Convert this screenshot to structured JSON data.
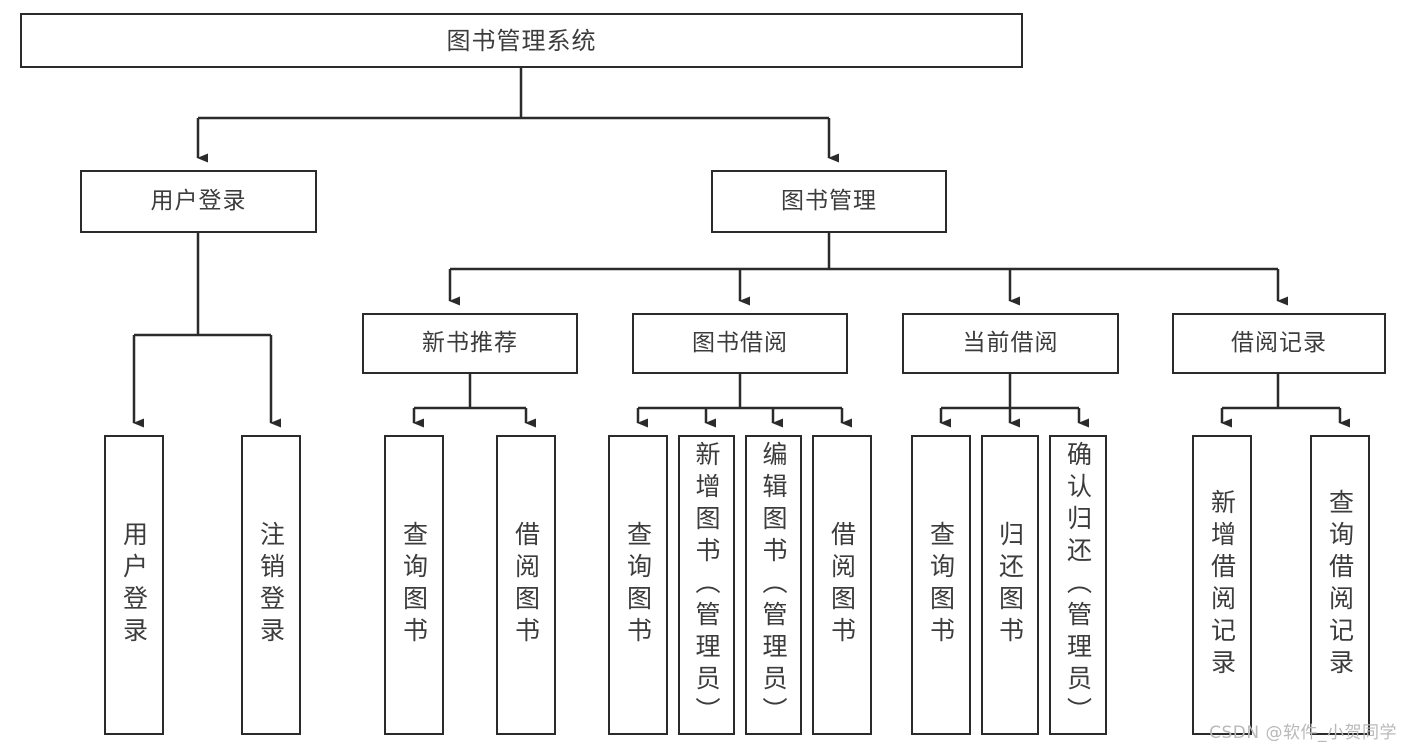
{
  "diagram": {
    "type": "tree-hierarchy-chart",
    "title": "图书管理系统",
    "colors": {
      "box_border": "#2b2b2b",
      "box_fill": "#ffffff",
      "text": "#3c3c3c",
      "connector": "#2b2b2b",
      "watermark": "#b9b9b9",
      "background": "#ffffff"
    },
    "nodes": {
      "root": {
        "label": "图书管理系统"
      },
      "level2": [
        {
          "label": "用户登录"
        },
        {
          "label": "图书管理"
        }
      ],
      "level3": [
        {
          "label": "新书推荐"
        },
        {
          "label": "图书借阅"
        },
        {
          "label": "当前借阅"
        },
        {
          "label": "借阅记录"
        }
      ],
      "leaves": {
        "user_login": [
          {
            "label": "用户登录"
          },
          {
            "label": "注销登录"
          }
        ],
        "new_book_recommend": [
          {
            "label": "查询图书"
          },
          {
            "label": "借阅图书"
          }
        ],
        "book_borrow": [
          {
            "label": "查询图书"
          },
          {
            "label": "新增图书（管理员）"
          },
          {
            "label": "编辑图书（管理员）"
          },
          {
            "label": "借阅图书"
          }
        ],
        "current_borrow": [
          {
            "label": "查询图书"
          },
          {
            "label": "归还图书"
          },
          {
            "label": "确认归还（管理员）"
          }
        ],
        "borrow_records": [
          {
            "label": "新增借阅记录"
          },
          {
            "label": "查询借阅记录"
          }
        ]
      }
    },
    "watermark": "CSDN @软件_小贺同学"
  }
}
